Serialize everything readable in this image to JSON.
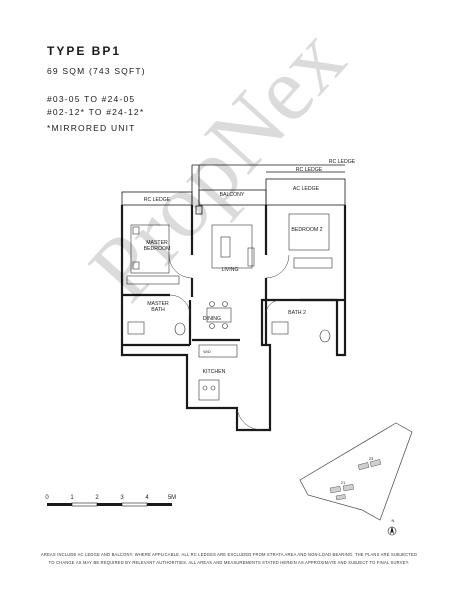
{
  "header": {
    "type_title": "TYPE BP1",
    "area": "69 SQM (743 SQFT)",
    "units_line1": "#03-05 TO #24-05",
    "units_line2": "#02-12* TO #24-12*",
    "mirrored_note": "*MIRRORED UNIT"
  },
  "rooms": {
    "rc_ledge_top": "RC LEDGE",
    "rc_ledge_right": "RC LEDGE",
    "ac_ledge": "AC LEDGE",
    "balcony": "BALCONY",
    "rc_ledge_left": "RC LEDGE",
    "master_bedroom_line1": "MASTER",
    "master_bedroom_line2": "BEDROOM",
    "living": "LIVING",
    "bedroom2": "BEDROOM 2",
    "master_bath_line1": "MASTER",
    "master_bath_line2": "BATH",
    "dining": "DINING",
    "bath2": "BATH 2",
    "wd": "W/D",
    "kitchen": "KITCHEN"
  },
  "scale": {
    "ticks": [
      "0",
      "1",
      "2",
      "3",
      "4",
      "5M"
    ]
  },
  "key_plan": {
    "unit_numbers": [
      "23",
      "21"
    ],
    "north_label": "N"
  },
  "disclaimer": {
    "line1": "AREAS INCLUDE AC LEDGE AND BALCONY, WHERE APPLICABLE. ALL RC LEDGES ARE EXCLUDED FROM STRATA AREA AND NON-LOAD BEARING. THE PLANS ARE SUBJECTED",
    "line2": "TO CHANGE AS MAY BE REQUIRED BY RELEVANT AUTHORITIES. ALL AREAS AND MEASUREMENTS STATED HEREIN AS APPROXIMATE AND SUBJECT TO FINAL SURVEY."
  },
  "watermark": "PropNex"
}
